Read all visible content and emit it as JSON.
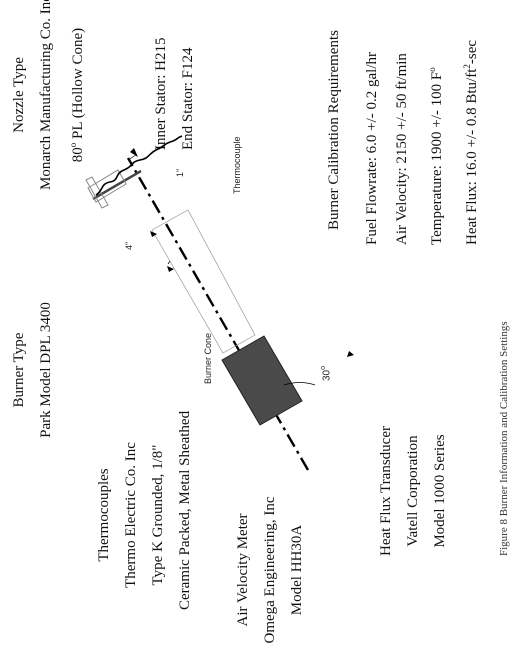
{
  "burner_type": {
    "heading": "Burner Type",
    "model": "Park Model DPL 3400"
  },
  "nozzle_type": {
    "heading": "Nozzle Type",
    "maker": "Monarch Manufacturing Co. Inc",
    "spec_value": "80",
    "spec_rest": " PL (Hollow Cone)"
  },
  "stators": {
    "inner": "Inner Stator: H215",
    "end": "End Stator: F124"
  },
  "thermocouples": {
    "heading": "Thermocouples",
    "company": "Thermo Electric Co. Inc",
    "type": "Type K Grounded, 1/8\"",
    "sheath": "Ceramic Packed, Metal Sheathed"
  },
  "air_velocity_meter": {
    "heading": "Air Velocity Meter",
    "company": "Omega Engineering, Inc",
    "model": "Model HH30A"
  },
  "heat_flux_transducer": {
    "heading": "Heat Flux Transducer",
    "company": "Vatell Corporation",
    "model": "Model 1000 Series"
  },
  "calibration": {
    "heading": "Burner Calibration Requirements",
    "fuel": "Fuel Flowrate:  6.0 +/- 0.2 gal/hr",
    "air": "Air Velocity:  2150 +/- 50 ft/min",
    "temp_prefix": "Temperature:  1900 +/- 100 F",
    "temp_unit": "o",
    "heat_prefix": "Heat Flux:  16.0 +/- 0.8 Btu/ft",
    "heat_exp": "2",
    "heat_suffix": "-sec"
  },
  "diagram": {
    "thermocouple_label": "Thermocouple",
    "burner_cone_label": "Burner Cone",
    "dim_1": "1\"",
    "dim_4": "4\"",
    "angle": "30",
    "angle_unit": "o"
  },
  "caption": "Figure 8    Burner Information and Calibration Settings"
}
